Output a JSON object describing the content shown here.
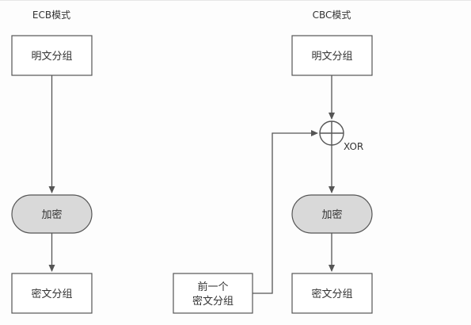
{
  "ecb": {
    "title": "ECB模式",
    "plaintext": "明文分组",
    "encrypt": "加密",
    "ciphertext": "密文分组"
  },
  "cbc": {
    "title": "CBC模式",
    "plaintext": "明文分组",
    "xor_label": "XOR",
    "encrypt": "加密",
    "ciphertext": "密文分组",
    "prev_cipher_line1": "前一个",
    "prev_cipher_line2": "密文分组"
  },
  "colors": {
    "stroke": "#555555",
    "box_fill": "#ffffff",
    "encrypt_fill": "#d9d9d9",
    "text": "#333333"
  }
}
